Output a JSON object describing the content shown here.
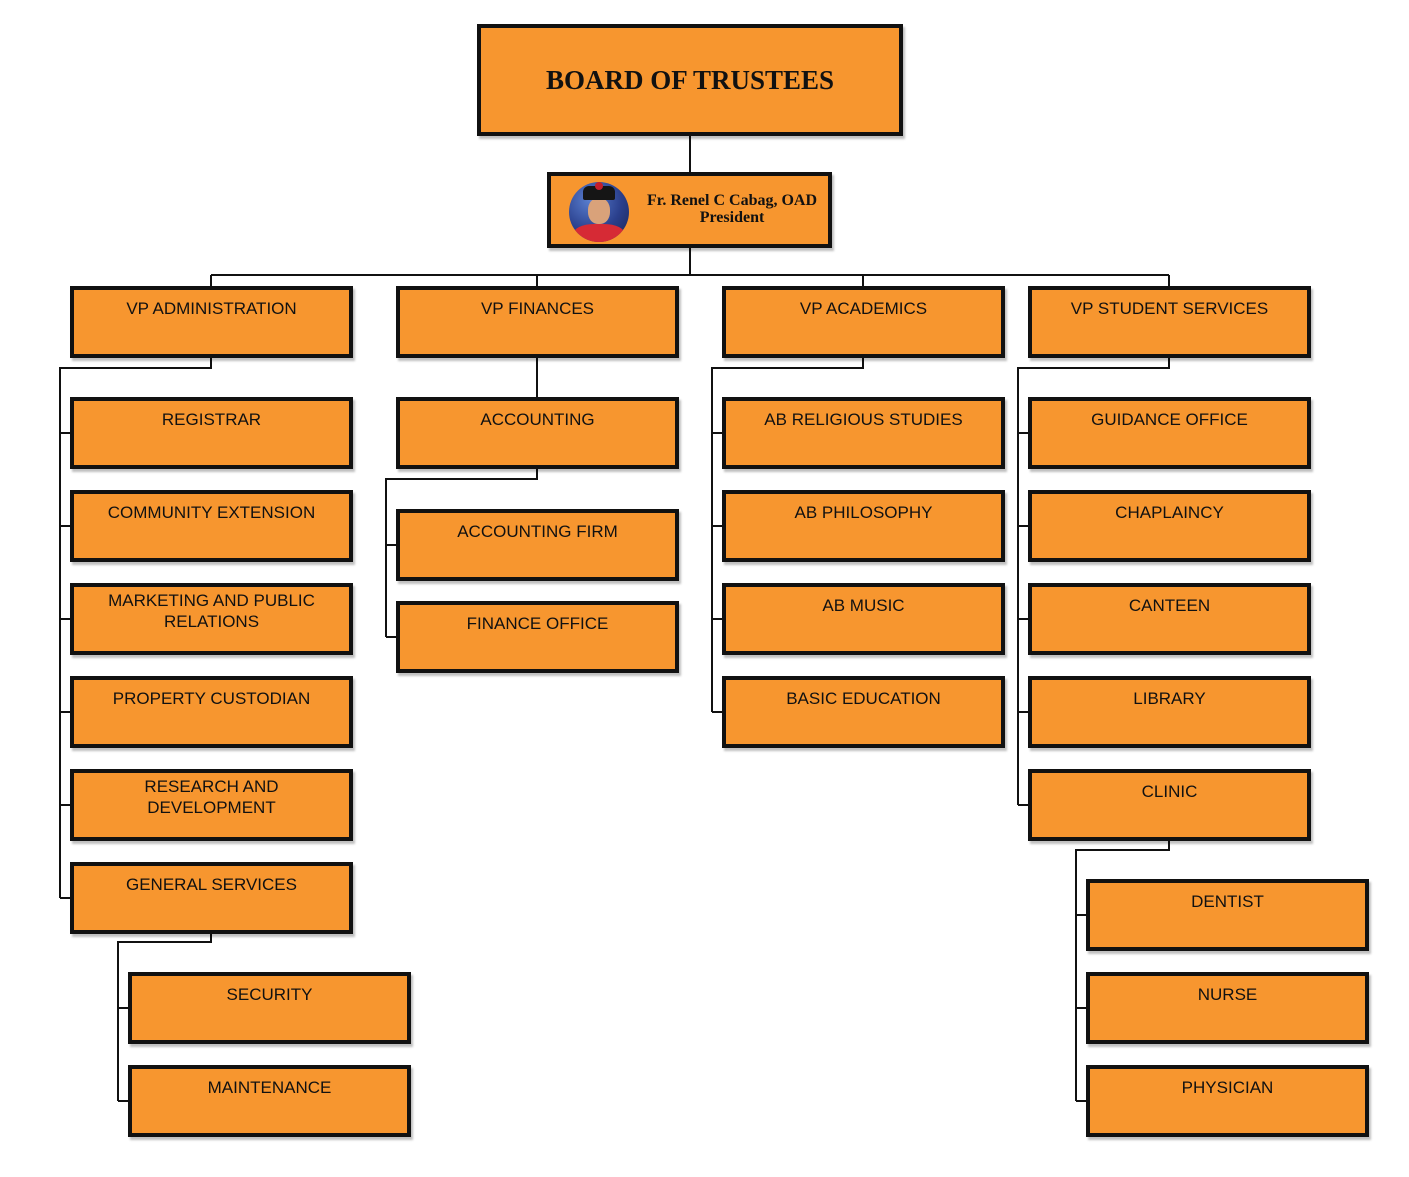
{
  "board": {
    "title": "BOARD OF TRUSTEES"
  },
  "president": {
    "name": "Fr. Renel C Cabag, OAD",
    "role": "President"
  },
  "vps": {
    "administration": {
      "title": "VP ADMINISTRATION",
      "units": [
        "REGISTRAR",
        "COMMUNITY EXTENSION",
        "MARKETING AND PUBLIC RELATIONS",
        "PROPERTY CUSTODIAN",
        "RESEARCH AND DEVELOPMENT",
        "GENERAL SERVICES"
      ],
      "general_services_units": [
        "SECURITY",
        "MAINTENANCE"
      ]
    },
    "finances": {
      "title": "VP FINANCES",
      "units": [
        "ACCOUNTING"
      ],
      "accounting_units": [
        "ACCOUNTING FIRM",
        "FINANCE OFFICE"
      ]
    },
    "academics": {
      "title": "VP ACADEMICS",
      "units": [
        "AB RELIGIOUS STUDIES",
        "AB PHILOSOPHY",
        "AB MUSIC",
        "BASIC EDUCATION"
      ]
    },
    "student_services": {
      "title": "VP STUDENT SERVICES",
      "units": [
        "GUIDANCE OFFICE",
        "CHAPLAINCY",
        "CANTEEN",
        "LIBRARY",
        "CLINIC"
      ],
      "clinic_units": [
        "DENTIST",
        "NURSE",
        "PHYSICIAN"
      ]
    }
  },
  "colors": {
    "box_fill": "#f7962f",
    "box_border": "#111111",
    "connector": "#111111"
  }
}
